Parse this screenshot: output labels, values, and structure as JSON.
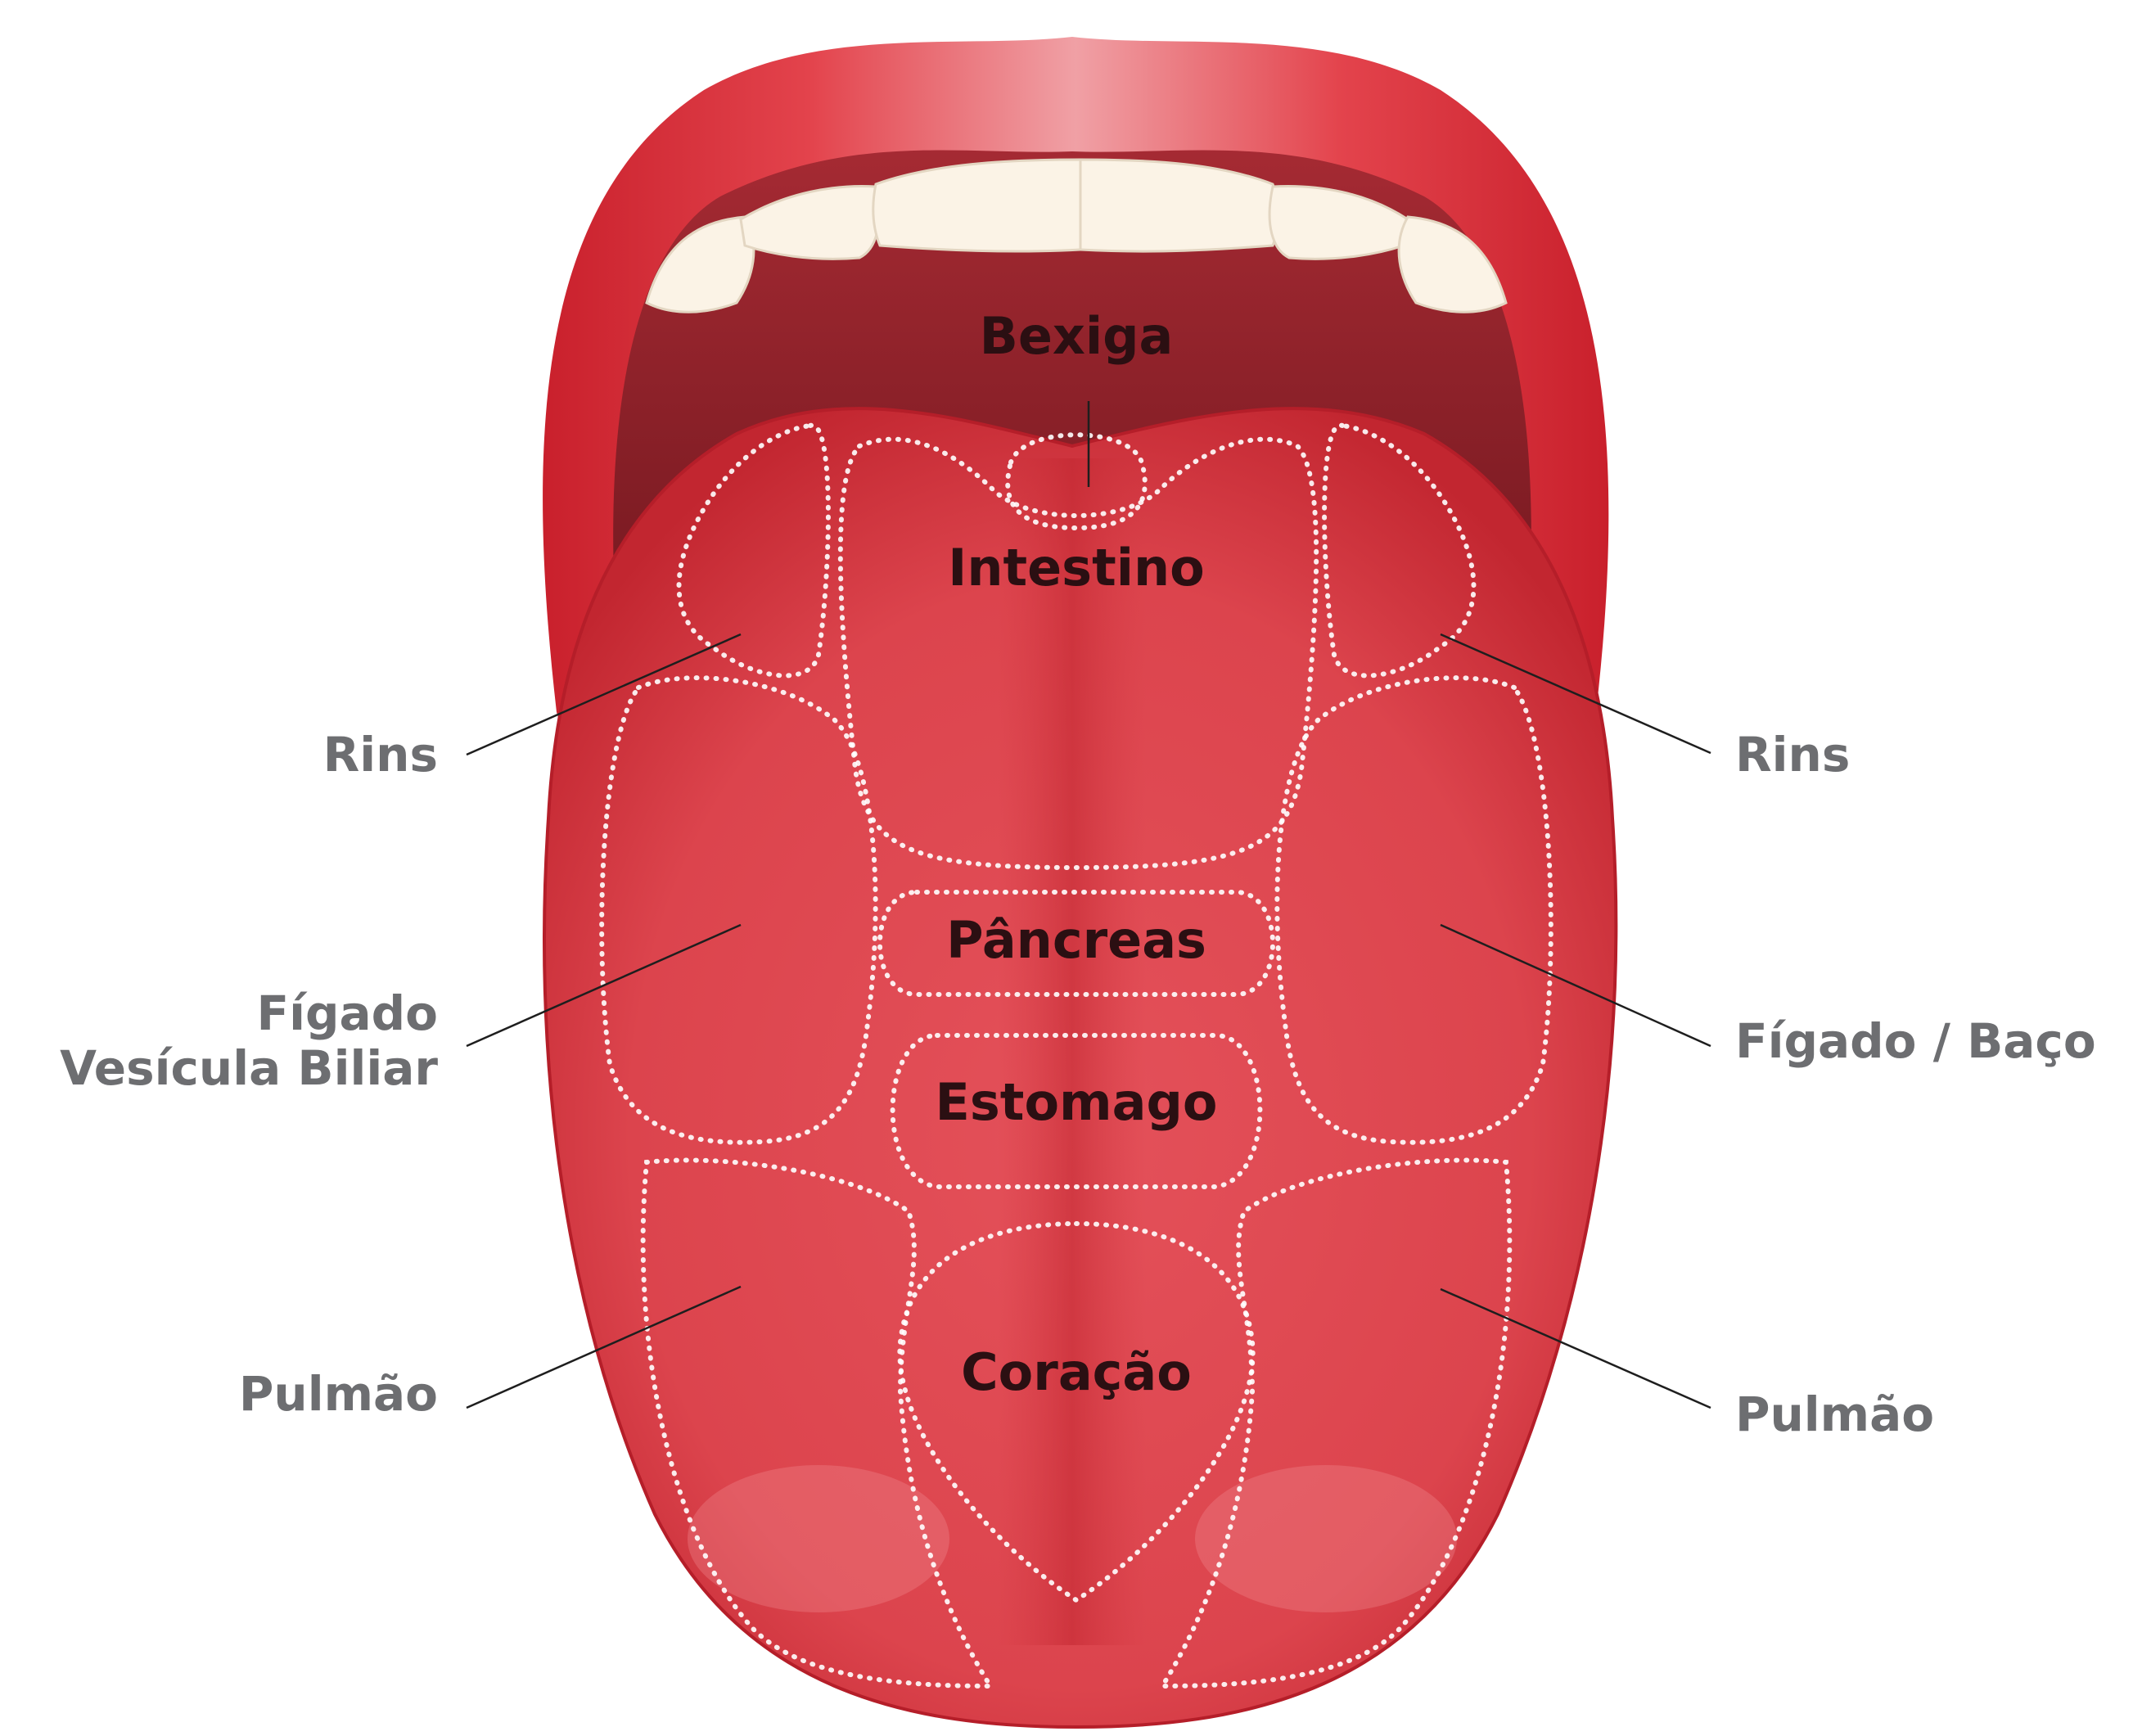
{
  "colors": {
    "lip": "#e0353f",
    "lip_light": "#ee8f95",
    "mouth_inside": "#8a2028",
    "teeth": "#fbf3e6",
    "tongue": "#d9414a",
    "tongue_center": "#c8323b",
    "zone_outline": "#ffffff",
    "inner_label": "#2b0f12",
    "outer_label": "#6d6e71",
    "leader_line": "#1e1e1e"
  },
  "labels": {
    "bexiga": "Bexiga",
    "intestino": "Intestino",
    "pancreas": "Pâncreas",
    "estomago": "Estomago",
    "coracao": "Coração",
    "rins_left": "Rins",
    "rins_right": "Rins",
    "figado_left_line1": "Fígado",
    "figado_left_line2": "Vesícula Biliar",
    "figado_baco_right": "Fígado / Baço",
    "pulmao_left": "Pulmão",
    "pulmao_right": "Pulmão"
  }
}
